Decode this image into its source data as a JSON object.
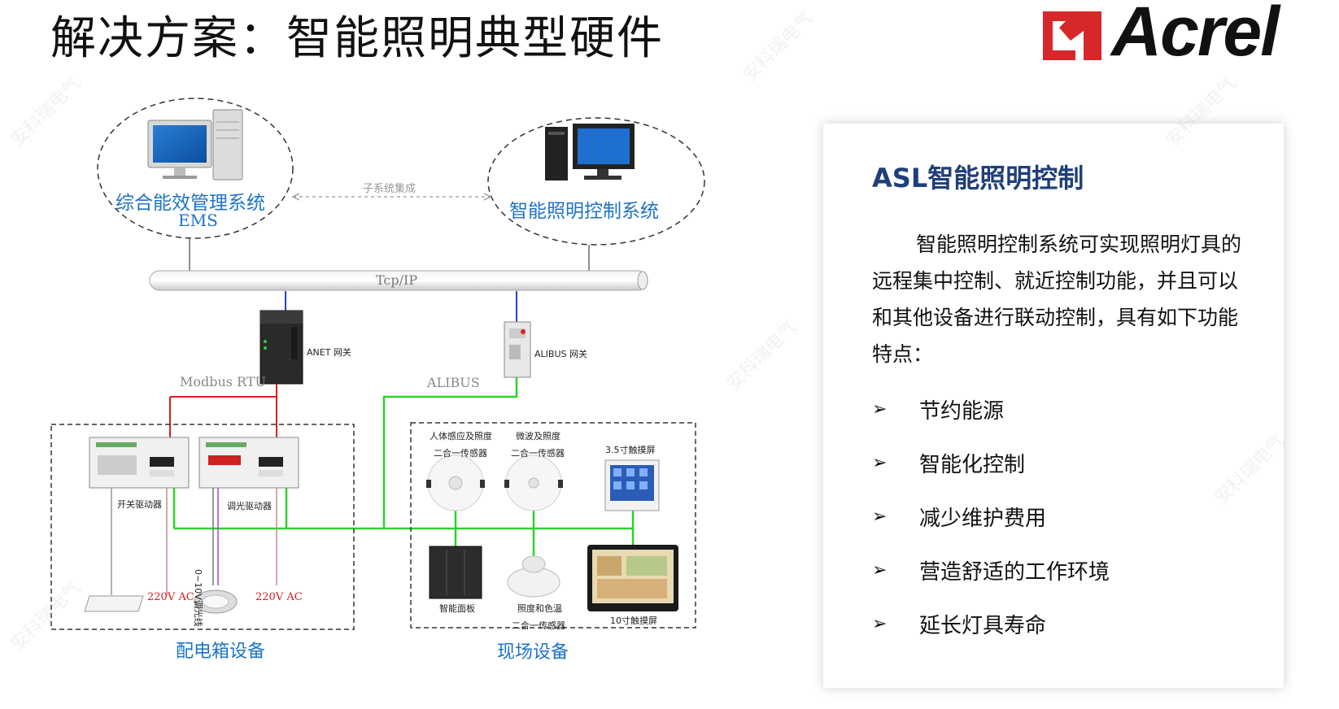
{
  "title": "解决方案：智能照明典型硬件",
  "logo": {
    "text": "Acrel",
    "brand_color": "#d6282a"
  },
  "watermark": "安科瑞电气",
  "diagram": {
    "ems_label_1": "综合能效管理系统",
    "ems_label_2": "EMS",
    "integration_label": "子系统集成",
    "lighting_system_label": "智能照明控制系统",
    "bus_label": "Tcp/IP",
    "anet_label": "ANET 网关",
    "alibus_gateway_label": "ALIBUS 网关",
    "modbus_label": "Modbus RTU",
    "alibus_label": "ALIBUS",
    "switch_driver_label": "开关驱动器",
    "dimming_driver_label": "调光驱动器",
    "dim_line_label": "0~10V调光线",
    "ac_left_label": "220V AC",
    "ac_right_label": "220V AC",
    "distribution_label": "配电箱设备",
    "field_label": "现场设备",
    "sensor1_line1": "人体感应及照度",
    "sensor1_line2": "二合一传感器",
    "sensor2_line1": "微波及照度",
    "sensor2_line2": "二合一传感器",
    "touch35_label": "3.5寸触摸屏",
    "smart_panel_label": "智能面板",
    "sensor3_line1": "照度和色温",
    "sensor3_line2": "二合一传感器",
    "touch10_label": "10寸触摸屏",
    "colors": {
      "label_blue": "#1e73c8",
      "bus_green": "#2ed12e",
      "modbus_red": "#d42020"
    }
  },
  "panel": {
    "title": "ASL智能照明控制",
    "description": "智能照明控制系统可实现照明灯具的远程集中控制、就近控制功能，并且可以和其他设备进行联动控制，具有如下功能特点：",
    "features": [
      "节约能源",
      "智能化控制",
      "减少维护费用",
      "营造舒适的工作环境",
      "延长灯具寿命"
    ],
    "bullet": "➢"
  }
}
